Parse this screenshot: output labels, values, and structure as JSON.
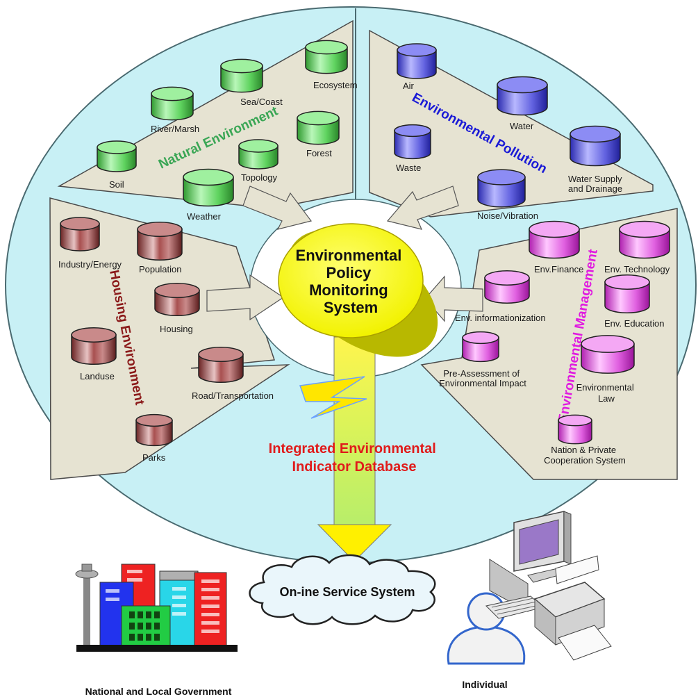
{
  "center": {
    "lines": [
      "Environmental",
      "Policy",
      "Monitoring",
      "System"
    ]
  },
  "database_label": {
    "lines": [
      "Integrated Environmental",
      "Indicator Database"
    ]
  },
  "sectors": {
    "natural": {
      "title": "Natural Environment",
      "color": "#3aa655",
      "items": [
        "Ecosystem",
        "Sea/Coast",
        "River/Marsh",
        "Forest",
        "Soil",
        "Topology",
        "Weather"
      ]
    },
    "pollution": {
      "title": "Environmental Pollution",
      "color": "#1a1ad6",
      "items": [
        "Air",
        "Water",
        "Waste",
        "Water Supply and Drainage",
        "Noise/Vibration"
      ]
    },
    "housing": {
      "title": "Housing Environment",
      "color": "#8b1a1a",
      "items": [
        "Industry/Energy",
        "Population",
        "Housing",
        "Landuse",
        "Road/Transportation",
        "Parks"
      ]
    },
    "management": {
      "title": "Environmental Management",
      "color": "#e01be0",
      "items": [
        "Env.Finance",
        "Env. Technology",
        "Env. informationization",
        "Env. Education",
        "Pre-Assessment of Environmental Impact",
        "Environmental Law",
        "Nation & Private Cooperation System"
      ]
    }
  },
  "service": {
    "label": "On-ine Service System"
  },
  "government": {
    "label": "National and Local Government"
  },
  "individual": {
    "label": "Individual"
  },
  "colors": {
    "ring": "#c8f0f5",
    "panel": "#e6e3d2",
    "center": "#ffff00",
    "db_green": "#7fe87f",
    "db_blue": "#6a6ae8",
    "db_brown": "#a05555",
    "db_pink": "#e870e8"
  }
}
